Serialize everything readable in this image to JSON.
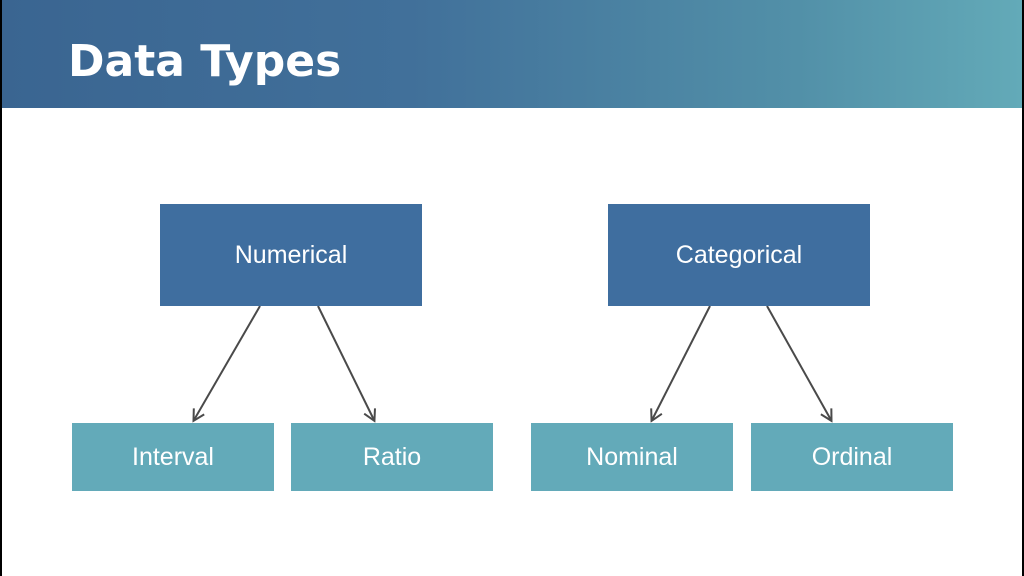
{
  "slide": {
    "title": "Data Types"
  },
  "diagram": {
    "nodes": {
      "numerical": "Numerical",
      "categorical": "Categorical",
      "interval": "Interval",
      "ratio": "Ratio",
      "nominal": "Nominal",
      "ordinal": "Ordinal"
    },
    "edges": [
      {
        "from": "numerical",
        "to": "interval"
      },
      {
        "from": "numerical",
        "to": "ratio"
      },
      {
        "from": "categorical",
        "to": "nominal"
      },
      {
        "from": "categorical",
        "to": "ordinal"
      }
    ]
  },
  "colors": {
    "header_gradient_start": "#3a6591",
    "header_gradient_end": "#63aab8",
    "parent_box": "#3f6e9f",
    "child_box": "#63aab9",
    "arrow": "#4a4a4a"
  }
}
